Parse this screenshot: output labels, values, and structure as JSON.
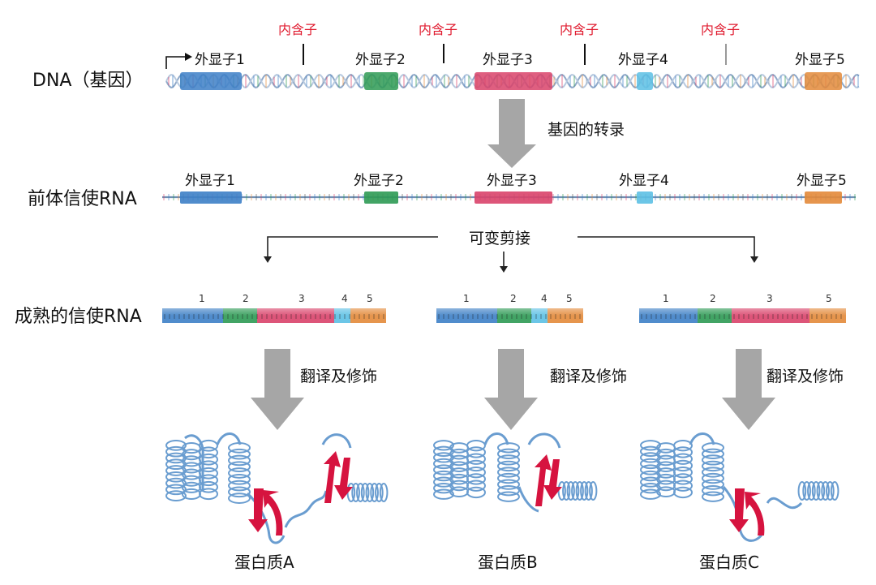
{
  "colors": {
    "exon1": "#3d7fc7",
    "exon2": "#2e9a54",
    "exon3": "#d9436a",
    "exon4": "#5cc0e4",
    "exon5": "#e38a3a",
    "intron_text": "#e01b2f",
    "arrow": "#a6a6a6",
    "strand": "#8fa8c8",
    "protein_coil": "#6a9dd0",
    "beta_sheet": "#d6133f"
  },
  "labels": {
    "dna": "DNA（基因）",
    "pre_mrna": "前体信使RNA",
    "mature_mrna": "成熟的信使RNA",
    "transcription": "基因的转录",
    "splicing": "可变剪接",
    "translation": "翻译及修饰"
  },
  "exons": [
    "外显子1",
    "外显子2",
    "外显子3",
    "外显子4",
    "外显子5"
  ],
  "introns": [
    "内含子",
    "内含子",
    "内含子",
    "内含子"
  ],
  "mrnas": [
    {
      "numbers": [
        "1",
        "2",
        "3",
        "4",
        "5"
      ]
    },
    {
      "numbers": [
        "1",
        "2",
        "4",
        "5"
      ]
    },
    {
      "numbers": [
        "1",
        "2",
        "3",
        "5"
      ]
    }
  ],
  "proteins": [
    "蛋白质A",
    "蛋白质B",
    "蛋白质C"
  ]
}
